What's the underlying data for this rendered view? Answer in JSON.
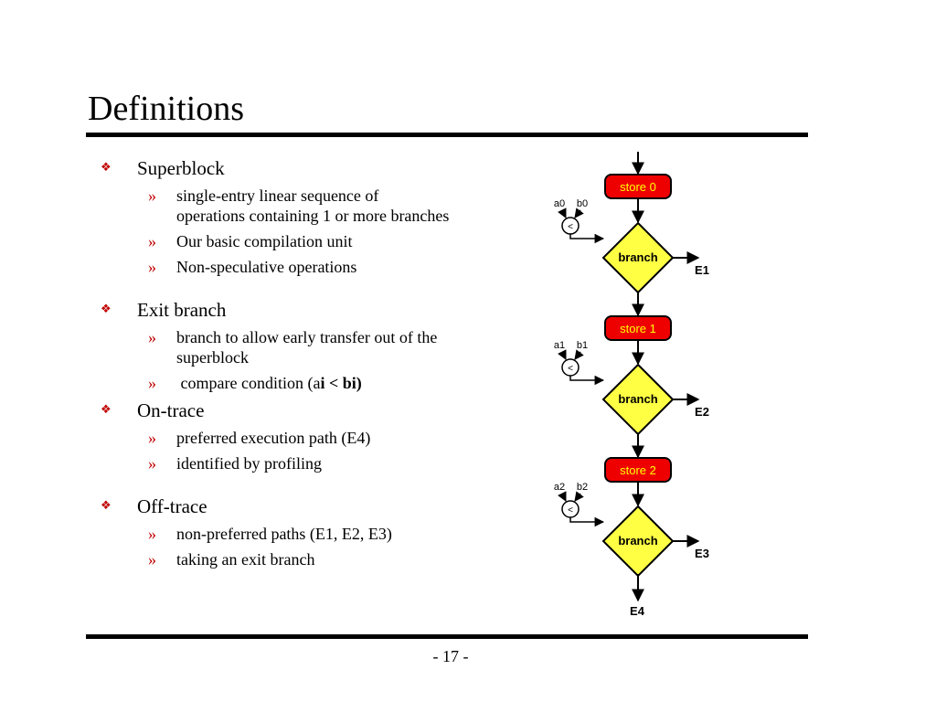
{
  "title": "Definitions",
  "bullets": [
    {
      "label": "Superblock",
      "subs": [
        "single-entry linear sequence of operations containing 1 or more branches",
        "Our basic compilation unit",
        "Non-speculative operations"
      ]
    },
    {
      "label": "Exit branch",
      "subs": [
        "branch to allow early transfer out of the superblock"
      ],
      "compare": {
        "prefix": " compare condition (a",
        "bold": "i < bi)"
      }
    },
    {
      "label": "On-trace",
      "subs": [
        "preferred execution path (E4)",
        "identified by profiling"
      ]
    },
    {
      "label": "Off-trace",
      "subs": [
        "non-preferred paths (E1, E2, E3)",
        "taking an exit branch"
      ]
    }
  ],
  "bullet_mark": "❖",
  "sub_mark": "»",
  "diagram": {
    "stores": [
      "store 0",
      "store 1",
      "store 2"
    ],
    "branch_label": "branch",
    "a_labels": [
      "a0",
      "a1",
      "a2"
    ],
    "b_labels": [
      "b0",
      "b1",
      "b2"
    ],
    "compare_symbol": "<",
    "exits": [
      "E1",
      "E2",
      "E3"
    ],
    "final_exit": "E4",
    "colors": {
      "store_fill": "#ee0000",
      "store_text": "#ffff00",
      "branch_fill": "#ffff44",
      "outline": "#000000"
    }
  },
  "page_number": "- 17 -"
}
